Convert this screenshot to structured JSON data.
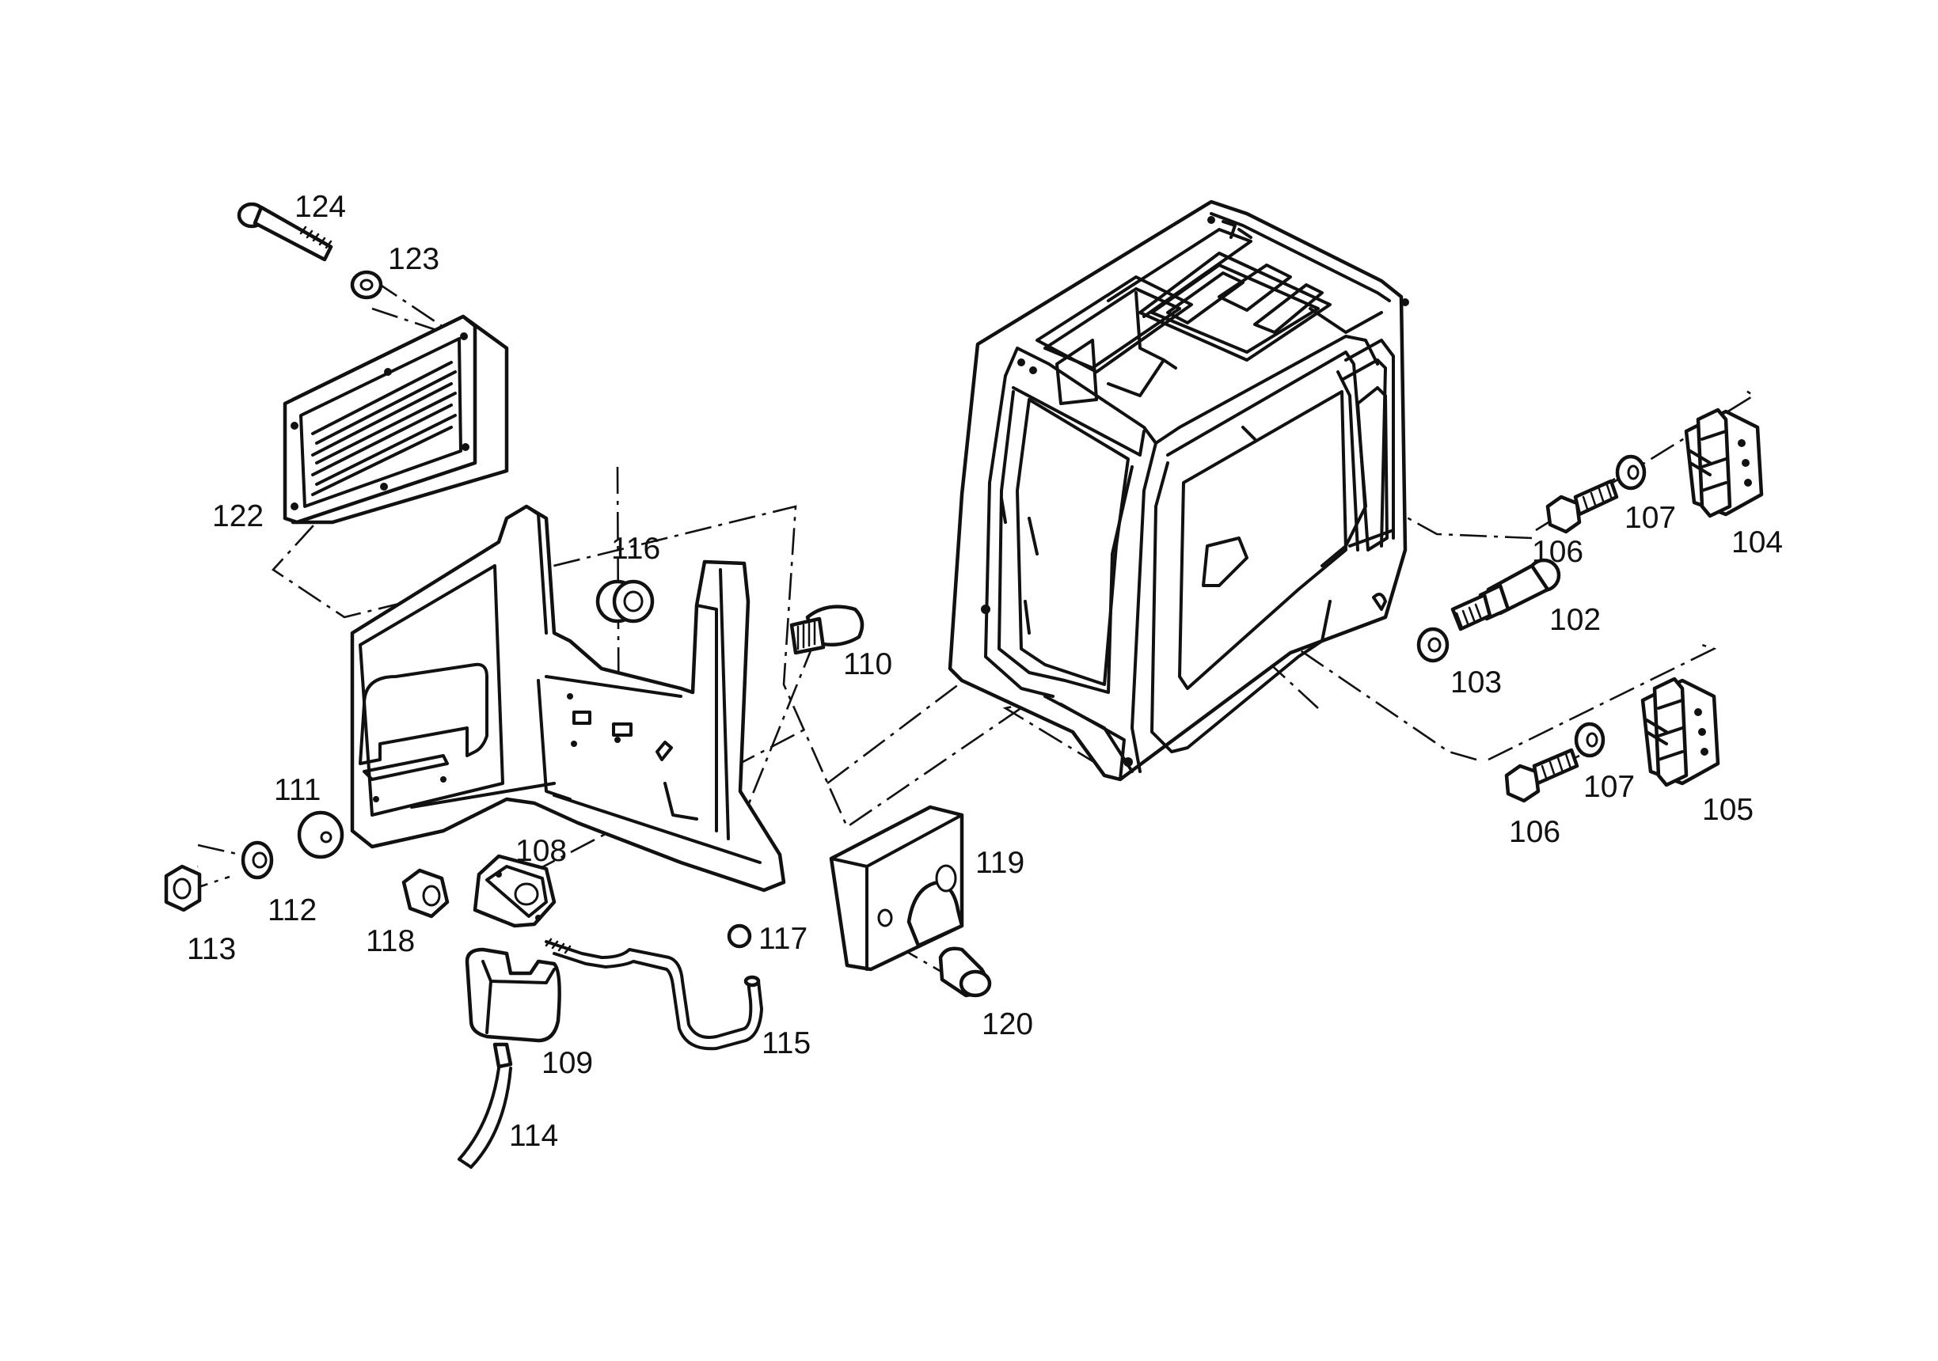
{
  "callouts": {
    "c102": "102",
    "c103": "103",
    "c104": "104",
    "c105": "105",
    "c106a": "106",
    "c106b": "106",
    "c107a": "107",
    "c107b": "107",
    "c108": "108",
    "c109": "109",
    "c110": "110",
    "c111": "111",
    "c112": "112",
    "c113": "113",
    "c114": "114",
    "c115": "115",
    "c116": "116",
    "c117": "117",
    "c118": "118",
    "c119": "119",
    "c120": "120",
    "c122": "122",
    "c123": "123",
    "c124": "124"
  }
}
